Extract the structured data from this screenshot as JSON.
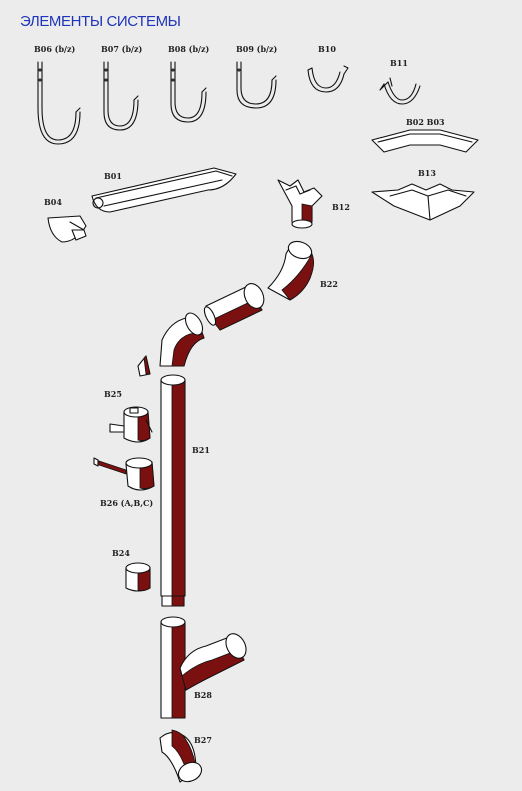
{
  "title": "ЭЛЕМЕНТЫ СИСТЕМЫ",
  "colors": {
    "title": "#1f35b9",
    "pipe": "#7a1010",
    "outline": "#111111",
    "fill": "#ffffff",
    "background": "#ececec",
    "label": "#222222"
  },
  "labels": {
    "b06": "B06 (b/z)",
    "b07": "B07 (b/z)",
    "b08": "B08 (b/z)",
    "b09": "B09 (b/z)",
    "b10": "B10",
    "b11": "B11",
    "b02b03": "B02 B03",
    "b01": "B01",
    "b04": "B04",
    "b12": "B12",
    "b13": "B13",
    "b22": "B22",
    "b25": "B25",
    "b21": "B21",
    "b26": "B26 (A,B,C)",
    "b24": "B24",
    "b28": "B28",
    "b27": "B27"
  }
}
